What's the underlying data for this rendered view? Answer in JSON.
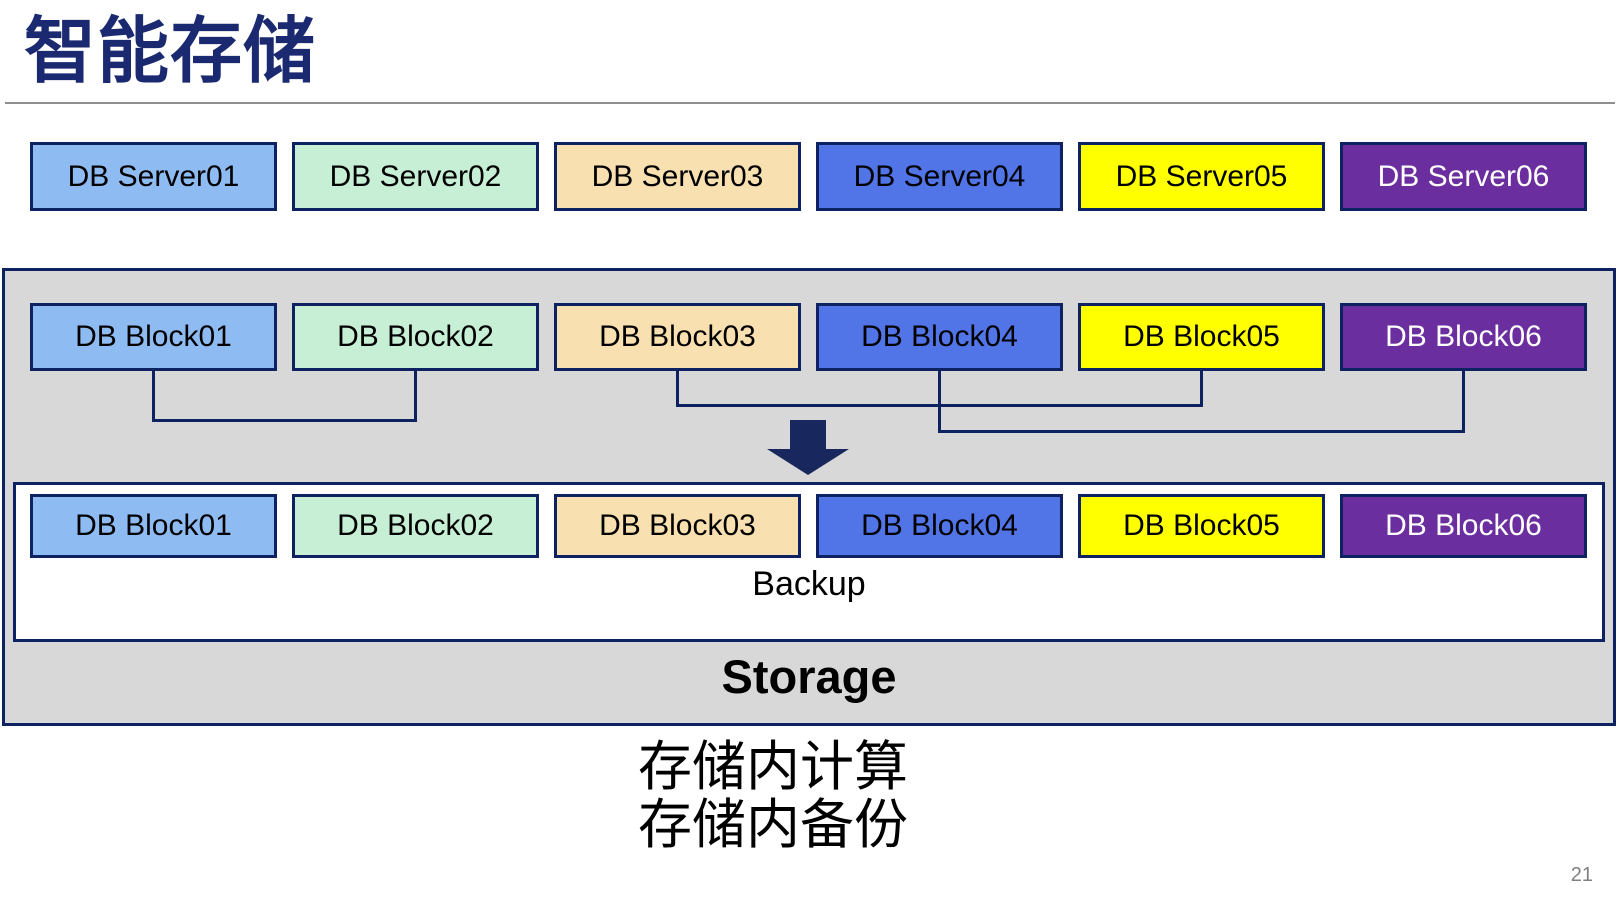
{
  "slide": {
    "title": "智能存储",
    "page_number": "21",
    "caption_lines": [
      "存储内计算",
      "存储内备份"
    ]
  },
  "colors": {
    "title_navy": "#1b2a70",
    "border_navy": "#0e2161",
    "arrow_navy": "#18275e",
    "container_gray": "#d8d8d8",
    "palette": [
      "#8fbbf3",
      "#c6efd5",
      "#f9e0b0",
      "#5174e6",
      "#ffff00",
      "#6b2e9e"
    ]
  },
  "server_row": [
    {
      "label": "DB Server01",
      "fill": "#8fbbf3",
      "text_color": "#000000"
    },
    {
      "label": "DB Server02",
      "fill": "#c6efd5",
      "text_color": "#000000"
    },
    {
      "label": "DB Server03",
      "fill": "#f9e0b0",
      "text_color": "#000000"
    },
    {
      "label": "DB Server04",
      "fill": "#5174e6",
      "text_color": "#000000"
    },
    {
      "label": "DB Server05",
      "fill": "#ffff00",
      "text_color": "#000000"
    },
    {
      "label": "DB Server06",
      "fill": "#6b2e9e",
      "text_color": "#ffffff"
    }
  ],
  "storage": {
    "label": "Storage",
    "backup_label": "Backup",
    "block_row": [
      {
        "label": "DB Block01",
        "fill": "#8fbbf3",
        "text_color": "#000000"
      },
      {
        "label": "DB Block02",
        "fill": "#c6efd5",
        "text_color": "#000000"
      },
      {
        "label": "DB Block03",
        "fill": "#f9e0b0",
        "text_color": "#000000"
      },
      {
        "label": "DB Block04",
        "fill": "#5174e6",
        "text_color": "#000000"
      },
      {
        "label": "DB Block05",
        "fill": "#ffff00",
        "text_color": "#000000"
      },
      {
        "label": "DB Block06",
        "fill": "#6b2e9e",
        "text_color": "#ffffff"
      }
    ],
    "backup_row": [
      {
        "label": "DB Block01",
        "fill": "#8fbbf3",
        "text_color": "#000000"
      },
      {
        "label": "DB Block02",
        "fill": "#c6efd5",
        "text_color": "#000000"
      },
      {
        "label": "DB Block03",
        "fill": "#f9e0b0",
        "text_color": "#000000"
      },
      {
        "label": "DB Block04",
        "fill": "#5174e6",
        "text_color": "#000000"
      },
      {
        "label": "DB Block05",
        "fill": "#ffff00",
        "text_color": "#000000"
      },
      {
        "label": "DB Block06",
        "fill": "#6b2e9e",
        "text_color": "#ffffff"
      }
    ],
    "connections": [
      {
        "from": "DB Block01",
        "to": "DB Block02"
      },
      {
        "from": "DB Block03",
        "to": "DB Block05"
      },
      {
        "from": "DB Block04",
        "to": "DB Block06"
      }
    ]
  }
}
